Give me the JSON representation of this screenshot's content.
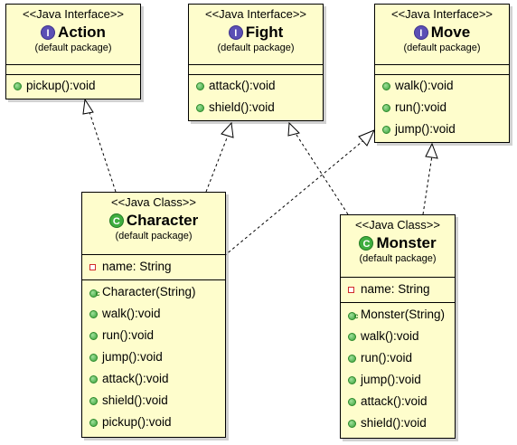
{
  "diagram": {
    "interfaces": [
      {
        "stereotype": "<<Java Interface>>",
        "icon": "I",
        "name": "Action",
        "package": "(default package)",
        "methods": [
          "pickup():void"
        ]
      },
      {
        "stereotype": "<<Java Interface>>",
        "icon": "I",
        "name": "Fight",
        "package": "(default package)",
        "methods": [
          "attack():void",
          "shield():void"
        ]
      },
      {
        "stereotype": "<<Java Interface>>",
        "icon": "I",
        "name": "Move",
        "package": "(default package)",
        "methods": [
          "walk():void",
          "run():void",
          "jump():void"
        ]
      }
    ],
    "classes": [
      {
        "stereotype": "<<Java Class>>",
        "icon": "C",
        "name": "Character",
        "package": "(default package)",
        "fields": [
          "name: String"
        ],
        "constructor": "Character(String)",
        "methods": [
          "walk():void",
          "run():void",
          "jump():void",
          "attack():void",
          "shield():void",
          "pickup():void"
        ]
      },
      {
        "stereotype": "<<Java Class>>",
        "icon": "C",
        "name": "Monster",
        "package": "(default package)",
        "fields": [
          "name: String"
        ],
        "constructor": "Monster(String)",
        "methods": [
          "walk():void",
          "run():void",
          "jump():void",
          "attack():void",
          "shield():void"
        ]
      }
    ],
    "colors": {
      "box_fill": "#fefdcc",
      "interface_icon": "#5b4fb5",
      "class_icon": "#3fae3f",
      "public_dot": "#3aa33a",
      "private_marker": "#d12b2b"
    }
  }
}
